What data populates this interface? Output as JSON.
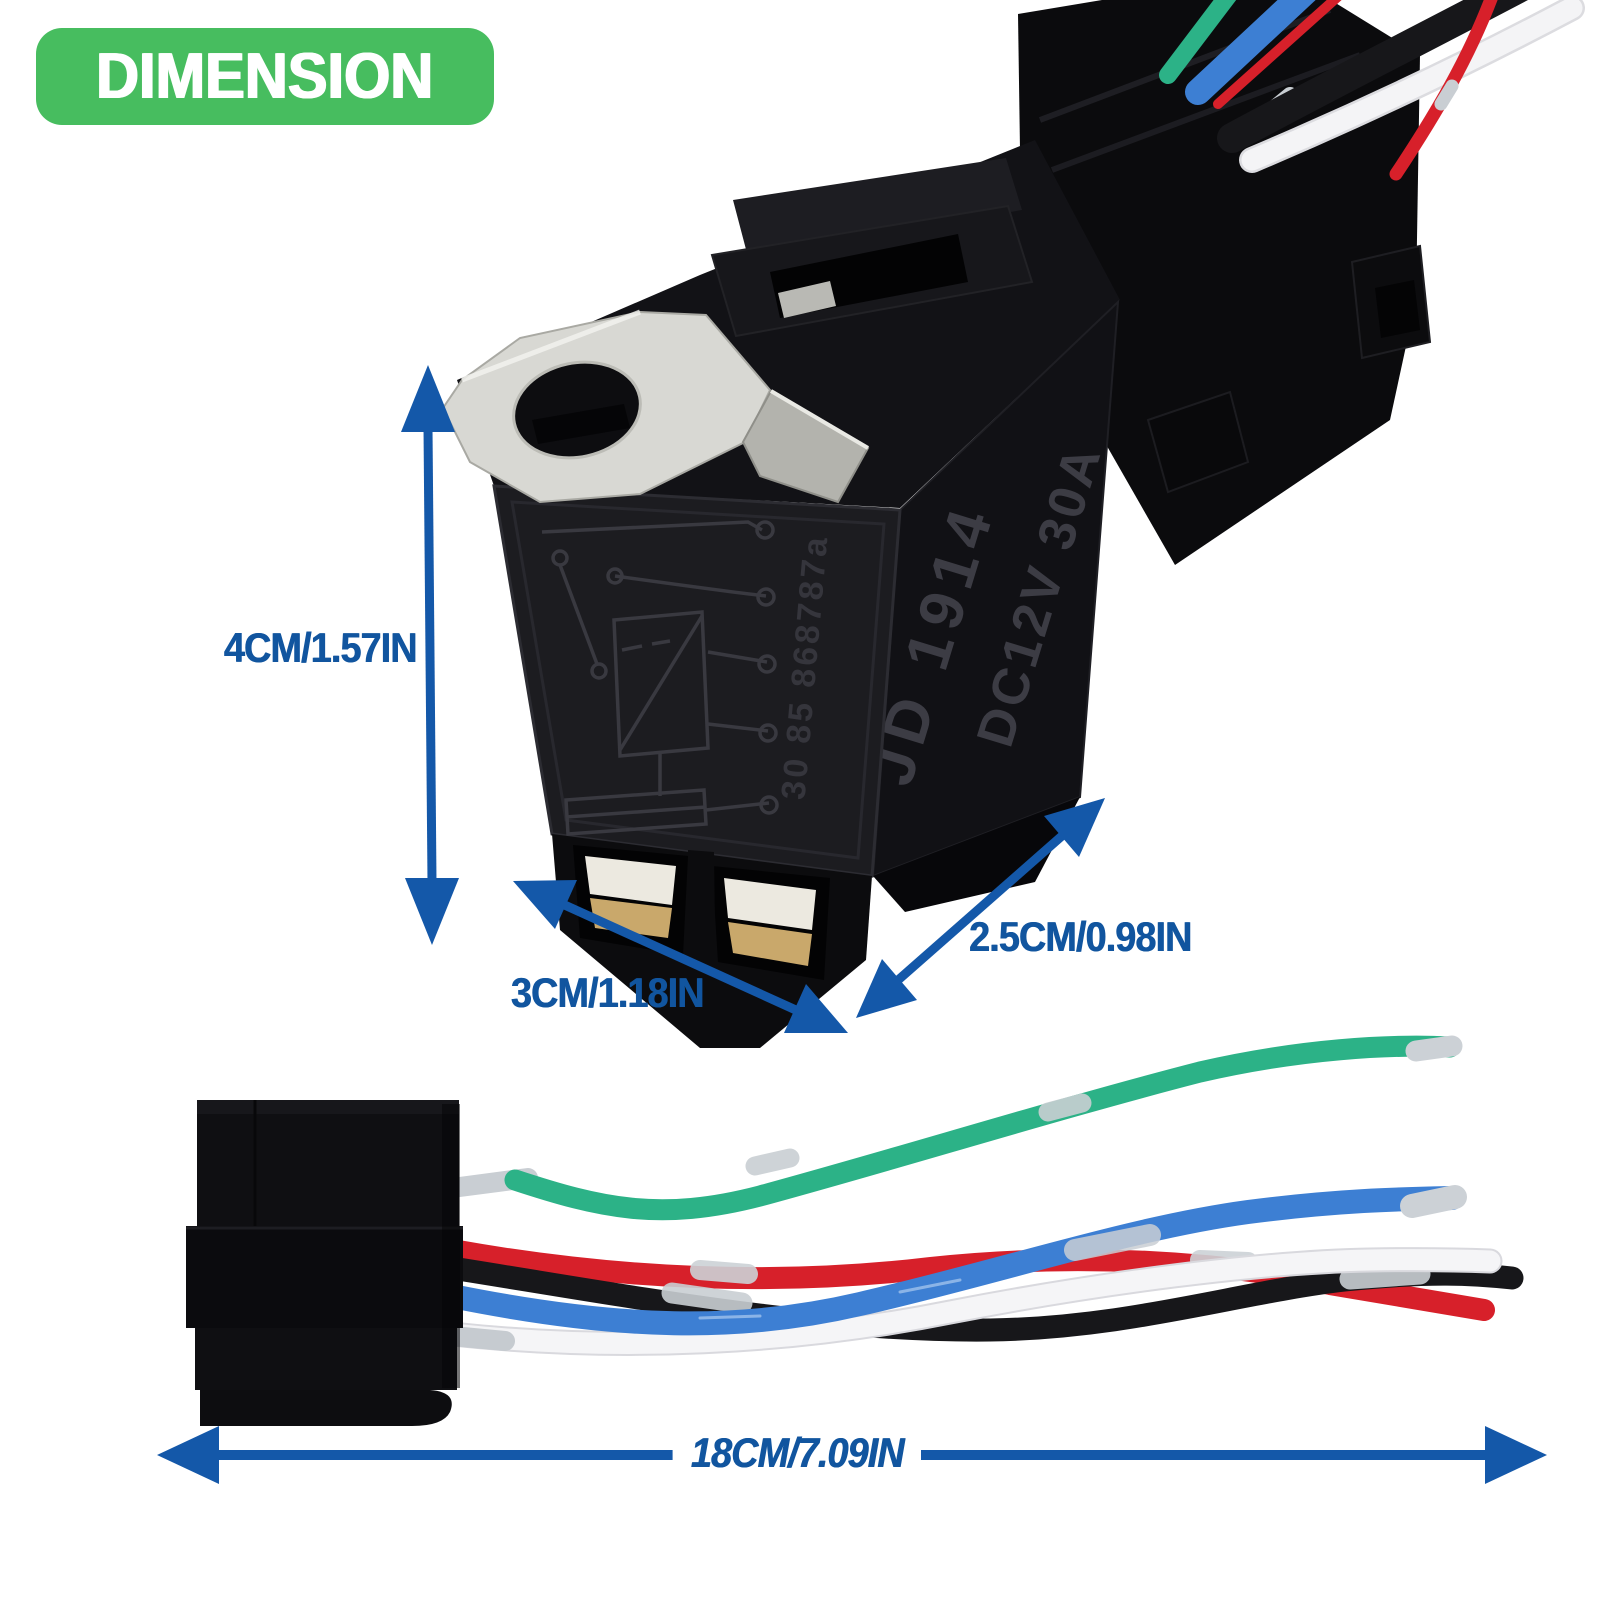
{
  "banner": {
    "label": "DIMENSION",
    "background": "#47BD5F",
    "text_color": "#FFFFFF"
  },
  "dimensions": {
    "height": {
      "label": "4CM/1.57IN",
      "orientation": "vertical"
    },
    "width": {
      "label": "3CM/1.18IN",
      "orientation": "diagonal-bottom"
    },
    "depth": {
      "label": "2.5CM/0.98IN",
      "orientation": "diagonal-right"
    },
    "harness_length": {
      "label": "18CM/7.09IN",
      "orientation": "horizontal"
    }
  },
  "relay_markings": {
    "model": "JD 1914",
    "rating": "DC12V 30A",
    "pin_code": "30 85 868787a"
  },
  "colors": {
    "dimension_blue": "#11559F",
    "arrow_blue": "#1458A9",
    "banner_green": "#47BD5F",
    "wire_green": "#2CB287",
    "wire_blue": "#3D7FD3",
    "wire_red": "#D7202A",
    "wire_black": "#17171A",
    "wire_white": "#F4F4F6",
    "relay_black": "#1C1C20",
    "metal_silver": "#D8D8D3"
  }
}
